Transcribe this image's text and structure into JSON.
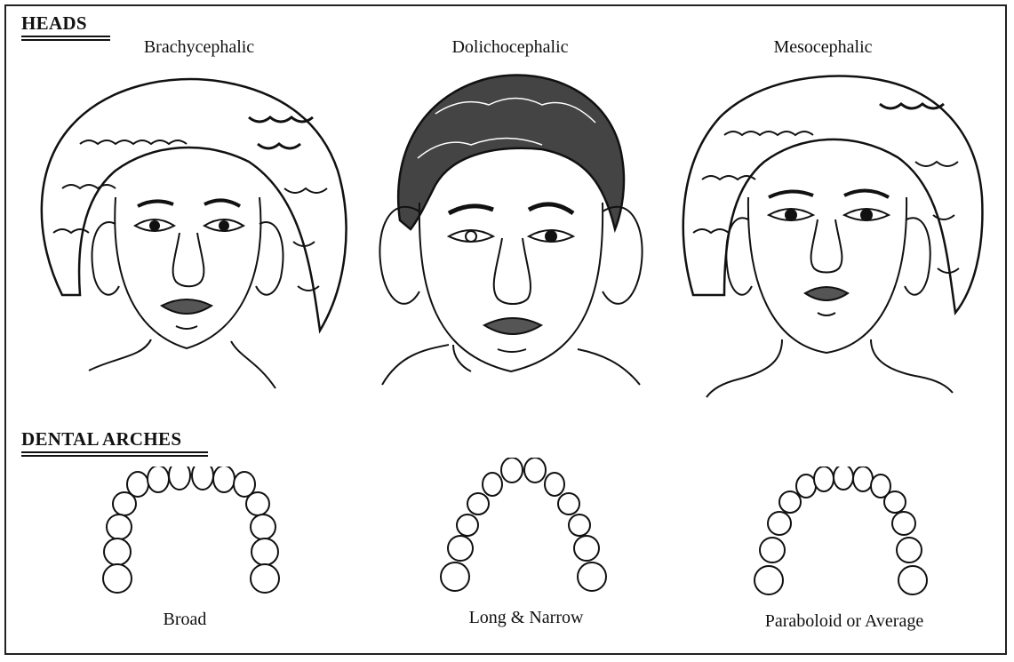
{
  "heads": {
    "title": "HEADS",
    "items": [
      {
        "label": "Brachycephalic"
      },
      {
        "label": "Dolichocephalic"
      },
      {
        "label": "Mesocephalic"
      }
    ]
  },
  "arches": {
    "title": "DENTAL ARCHES",
    "items": [
      {
        "label": "Broad"
      },
      {
        "label": "Long & Narrow"
      },
      {
        "label": "Paraboloid or Average"
      }
    ]
  },
  "colors": {
    "ink": "#111111",
    "paper": "#ffffff"
  }
}
